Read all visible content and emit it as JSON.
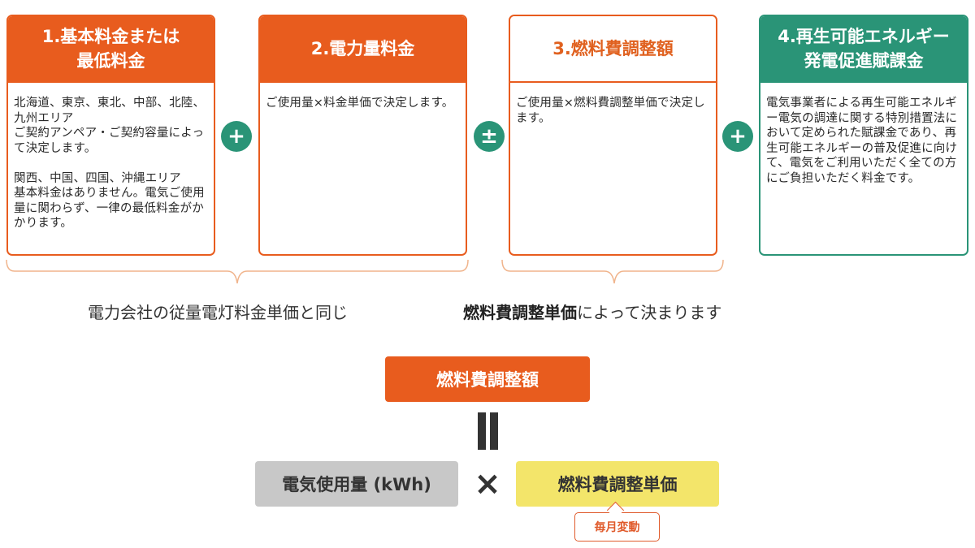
{
  "cards": [
    {
      "title": "1.基本料金または\n最低料金",
      "text": "北海道、東京、東北、中部、北陸、九州エリア\nご契約アンペア・ご契約容量によって決定します。\n\n関西、中国、四国、沖縄エリア\n基本料金はありません。電気ご使用量に関わらず、一律の最低料金がかかります。"
    },
    {
      "title": "2.電力量料金",
      "text": "ご使用量×料金単価で決定します。"
    },
    {
      "title": "3.燃料費調整額",
      "text": "ご使用量×燃料費調整単価で決定します。"
    },
    {
      "title": "4.再生可能エネルギー\n発電促進賦課金",
      "text": "電気事業者による再生可能エネルギー電気の調達に関する特別措置法において定められた賦課金であり、再生可能エネルギーの普及促進に向けて、電気をご利用いただく全ての方にご負担いただく料金です。"
    }
  ],
  "operators": [
    "+",
    "±",
    "+"
  ],
  "captions": {
    "left": "電力会社の従量電灯料金単価と同じ",
    "right_bold": "燃料費調整単価",
    "right_rest": "によって決まります"
  },
  "formula": {
    "result": "燃料費調整額",
    "equals": "=",
    "left_term": "電気使用量 (kWh)",
    "times": "×",
    "right_term": "燃料費調整単価",
    "note": "毎月変動"
  },
  "colors": {
    "orange": "#e85c1e",
    "green": "#2a9477",
    "gray_pill": "#c8c8c8",
    "yellow_pill": "#f3e56a",
    "bracket": "#f0b48c"
  }
}
